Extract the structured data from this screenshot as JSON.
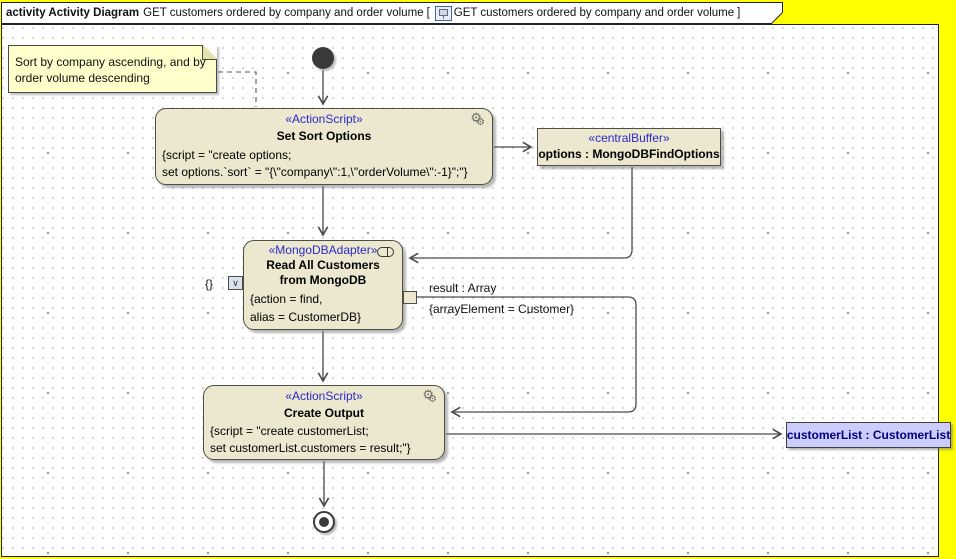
{
  "colors": {
    "background": "#FFFF00",
    "node_fill": "#EBE8CF",
    "stereotype_blue": "#2A2AC8",
    "note_fill": "#FFFFCC",
    "param_fill": "#CCCCFF",
    "param_text": "#000080"
  },
  "header": {
    "kind": "activity Activity Diagram",
    "title": "GET customers ordered by company and order volume",
    "bracket_open": "[",
    "bracket_close": "]"
  },
  "note": {
    "line1": "Sort by company ascending, and by",
    "line2": "order volume descending"
  },
  "nodes": {
    "set_sort": {
      "stereotype": "«ActionScript»",
      "name": "Set Sort Options",
      "body1": "{script = \"create options;",
      "body2": "set options.`sort` = \"{\\\"company\\\":1,\\\"orderVolume\\\":-1}\";\"}"
    },
    "buffer": {
      "stereotype": "«centralBuffer»",
      "name": "options : MongoDBFindOptions"
    },
    "adapter": {
      "stereotype": "«MongoDBAdapter»",
      "name1": "Read All Customers",
      "name2": "from MongoDB",
      "body1": "{action = find,",
      "body2": "alias = CustomerDB}"
    },
    "create_output": {
      "stereotype": "«ActionScript»",
      "name": "Create Output",
      "body1": "{script = \"create customerList;",
      "body2": "set customerList.customers = result;\"}"
    },
    "param": {
      "name": "customerList : CustomerList"
    }
  },
  "labels": {
    "input_pin_value": "{}",
    "result_edge_name": "result : Array",
    "result_edge_constraint": "{arrayElement = Customer}"
  }
}
